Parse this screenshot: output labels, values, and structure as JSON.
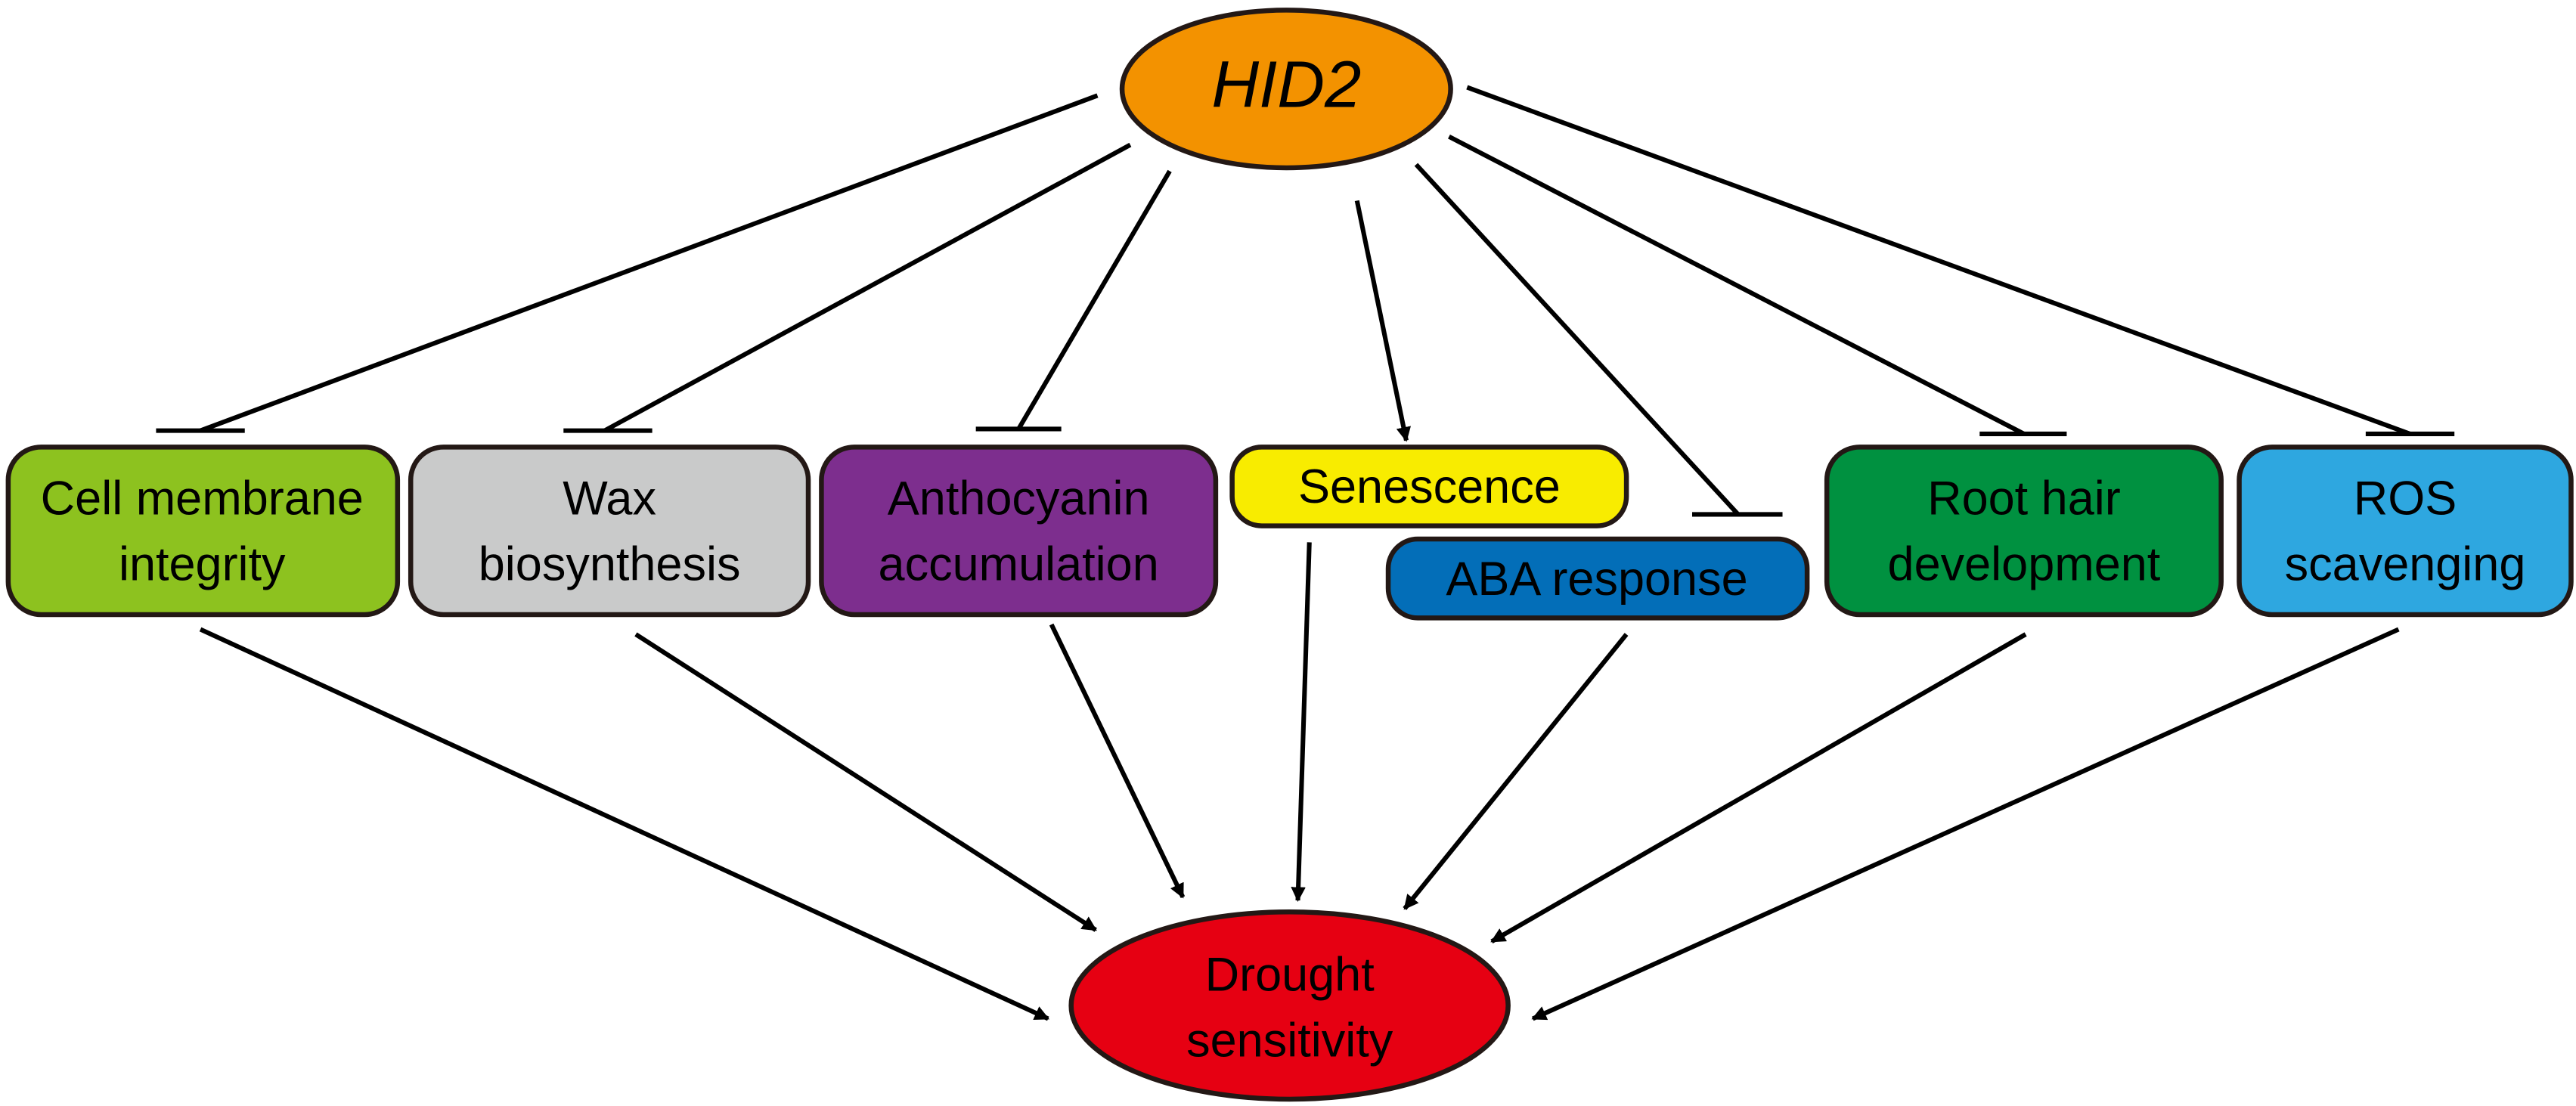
{
  "title_node": {
    "label": "HID2",
    "color": "#F39200"
  },
  "processes": [
    {
      "lines": [
        "Cell membrane",
        "integrity"
      ],
      "color": "#8DC21F",
      "effect": "inhibits"
    },
    {
      "lines": [
        "Wax",
        "biosynthesis"
      ],
      "color": "#C9CACA",
      "effect": "inhibits"
    },
    {
      "lines": [
        "Anthocyanin",
        "accumulation"
      ],
      "color": "#7D2E8E",
      "effect": "inhibits"
    },
    {
      "lines": [
        "Senescence"
      ],
      "color": "#F8EC00",
      "effect": "promotes"
    },
    {
      "lines": [
        "ABA response"
      ],
      "color": "#036EB8",
      "effect": "inhibits"
    },
    {
      "lines": [
        "Root hair",
        "development"
      ],
      "color": "#009140",
      "effect": "inhibits"
    },
    {
      "lines": [
        "ROS",
        "scavenging"
      ],
      "color": "#2EA7E0",
      "effect": "inhibits"
    }
  ],
  "outcome": {
    "lines": [
      "Drought",
      "sensitivity"
    ],
    "color": "#E60012"
  }
}
